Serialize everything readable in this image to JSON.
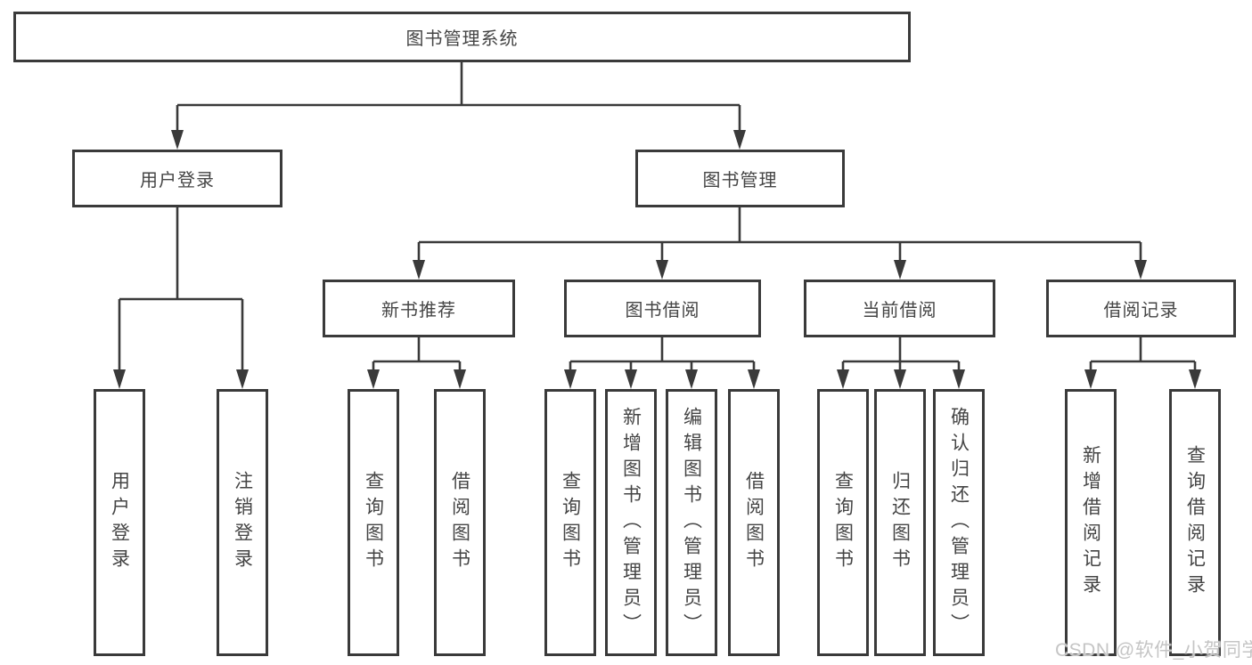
{
  "tree": {
    "label": "图书管理系统",
    "children": [
      {
        "label": "用户登录",
        "children": [
          {
            "label": "用户登录"
          },
          {
            "label": "注销登录"
          }
        ]
      },
      {
        "label": "图书管理",
        "children": [
          {
            "label": "新书推荐",
            "children": [
              {
                "label": "查询图书"
              },
              {
                "label": "借阅图书"
              }
            ]
          },
          {
            "label": "图书借阅",
            "children": [
              {
                "label": "查询图书"
              },
              {
                "label": "新增图书（管理员）"
              },
              {
                "label": "编辑图书（管理员）"
              },
              {
                "label": "借阅图书"
              }
            ]
          },
          {
            "label": "当前借阅",
            "children": [
              {
                "label": "查询图书"
              },
              {
                "label": "归还图书"
              },
              {
                "label": "确认归还（管理员）"
              }
            ]
          },
          {
            "label": "借阅记录",
            "children": [
              {
                "label": "新增借阅记录"
              },
              {
                "label": "查询借阅记录"
              }
            ]
          }
        ]
      }
    ]
  },
  "watermark": {
    "text": "CSDN @软件_小贺同学",
    "color": "#c5c5c5"
  },
  "colors": {
    "line": "#3a3a3a",
    "box_border": "#3a3a3a",
    "text": "#454545",
    "background": "#ffffff"
  }
}
